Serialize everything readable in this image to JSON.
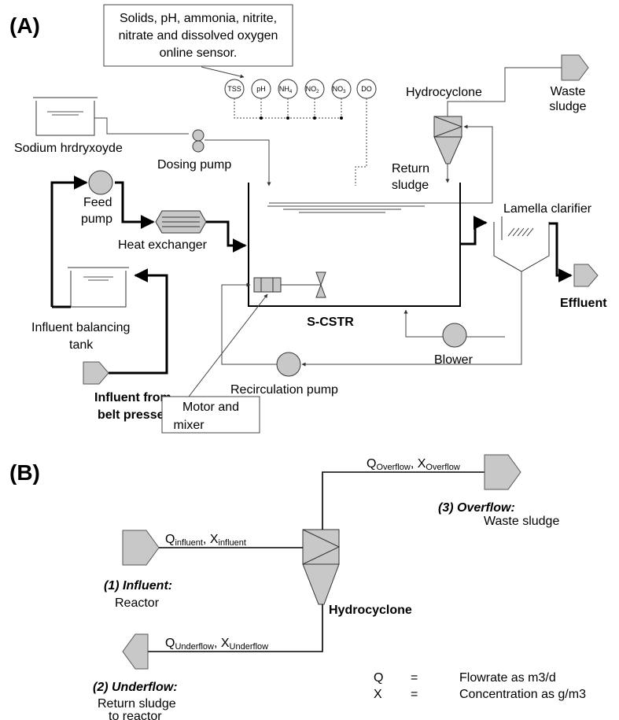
{
  "panel_a": {
    "tag": "(A)",
    "sensor_note": [
      "Solids, pH, ammonia, nitrite,",
      "nitrate and dissolved oxygen",
      "online sensor."
    ],
    "sensors": [
      "TSS",
      "pH",
      "NH",
      "NO",
      "NO",
      "DO"
    ],
    "sensor_subs": [
      "",
      "",
      "4",
      "2",
      "3",
      ""
    ],
    "hydrocyclone": "Hydrocyclone",
    "waste_sludge": [
      "Waste",
      "sludge"
    ],
    "sodium": "Sodium hrdryxoyde",
    "dosing_pump": "Dosing pump",
    "return_sludge": [
      "Return",
      "sludge"
    ],
    "feed_pump": [
      "Feed",
      "pump"
    ],
    "lamella": "Lamella clarifier",
    "heat_exchanger": "Heat exchanger",
    "effluent": "Effluent",
    "balancing_tank": [
      "Influent balancing",
      "tank"
    ],
    "scstr": "S-CSTR",
    "blower": "Blower",
    "influent_from": [
      "Influent from",
      "belt presses"
    ],
    "recirc_pump": "Recirculation pump",
    "motor_mixer": [
      "Motor and",
      "mixer"
    ]
  },
  "panel_b": {
    "tag": "(B)",
    "q_overflow": {
      "q": "Q",
      "q_sub": "Overflow",
      "x": "X",
      "x_sub": "Overflow"
    },
    "q_influent": {
      "q": "Q",
      "q_sub": "influent",
      "x": "X",
      "x_sub": "influent"
    },
    "q_underflow": {
      "q": "Q",
      "q_sub": "Underflow",
      "x": "X",
      "x_sub": "Underflow"
    },
    "overflow_title": "(3) Overflow:",
    "overflow_desc": "Waste sludge",
    "influent_title": "(1) Influent:",
    "influent_desc": "Reactor",
    "hydrocyclone": "Hydrocyclone",
    "underflow_title": "(2) Underflow:",
    "underflow_desc": [
      "Return sludge",
      "to reactor"
    ],
    "legend": [
      {
        "sym": "Q",
        "eq": "=",
        "text": "Flowrate as m3/d"
      },
      {
        "sym": "X",
        "eq": "=",
        "text": "Concentration as g/m3"
      }
    ]
  }
}
